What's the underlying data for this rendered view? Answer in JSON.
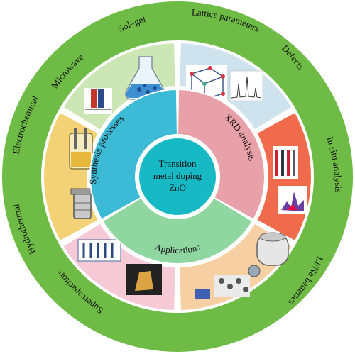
{
  "center": {
    "lines": [
      "Transition",
      "metal doping",
      "ZnO"
    ],
    "color": "#17b9c4"
  },
  "inner_ring": [
    {
      "id": "synthesis",
      "label": "Synthesis processes",
      "color": "#3dbbd6"
    },
    {
      "id": "xrd",
      "label": "XRD analysis",
      "color": "#e8a1a8"
    },
    {
      "id": "applications",
      "label": "Applications",
      "color": "#8fd6a1"
    }
  ],
  "image_tiles": [
    {
      "id": "microwave-sol-gel",
      "depicts": "flask-with-particles",
      "color": "#cde6b5"
    },
    {
      "id": "lattice-defects",
      "depicts": "crystal-lattice-and-xrd-pattern",
      "color": "#cfe3ef"
    },
    {
      "id": "in-situ",
      "depicts": "in-situ-xrd-contour-and-3d-plot",
      "color": "#ef6b4b"
    },
    {
      "id": "li-na-batteries",
      "depicts": "battery-cells-and-electrodes",
      "color": "#f6cfa3"
    },
    {
      "id": "supercapacitors",
      "depicts": "electrode-arrays-and-device",
      "color": "#f5c9d6"
    },
    {
      "id": "hydrothermal-electrochemical",
      "depicts": "autoclave-and-electrochemical-cell",
      "color": "#f3d175"
    }
  ],
  "outer_ring": {
    "color": "#6ebb45",
    "labels": [
      {
        "id": "sol-gel",
        "text": "Sol–gel"
      },
      {
        "id": "lattice-parameters",
        "text": "Lattice parameters"
      },
      {
        "id": "defects",
        "text": "Defects"
      },
      {
        "id": "in-situ-analysis",
        "text": "In situ analysis"
      },
      {
        "id": "li-na-batteries",
        "text": "Li/Na batteries"
      },
      {
        "id": "supercapacitors",
        "text": "Supercapacitors"
      },
      {
        "id": "hydrothermal",
        "text": "Hydrothermal"
      },
      {
        "id": "electrochemical",
        "text": "Electrochemical"
      },
      {
        "id": "microwave",
        "text": "Microwave"
      }
    ]
  }
}
